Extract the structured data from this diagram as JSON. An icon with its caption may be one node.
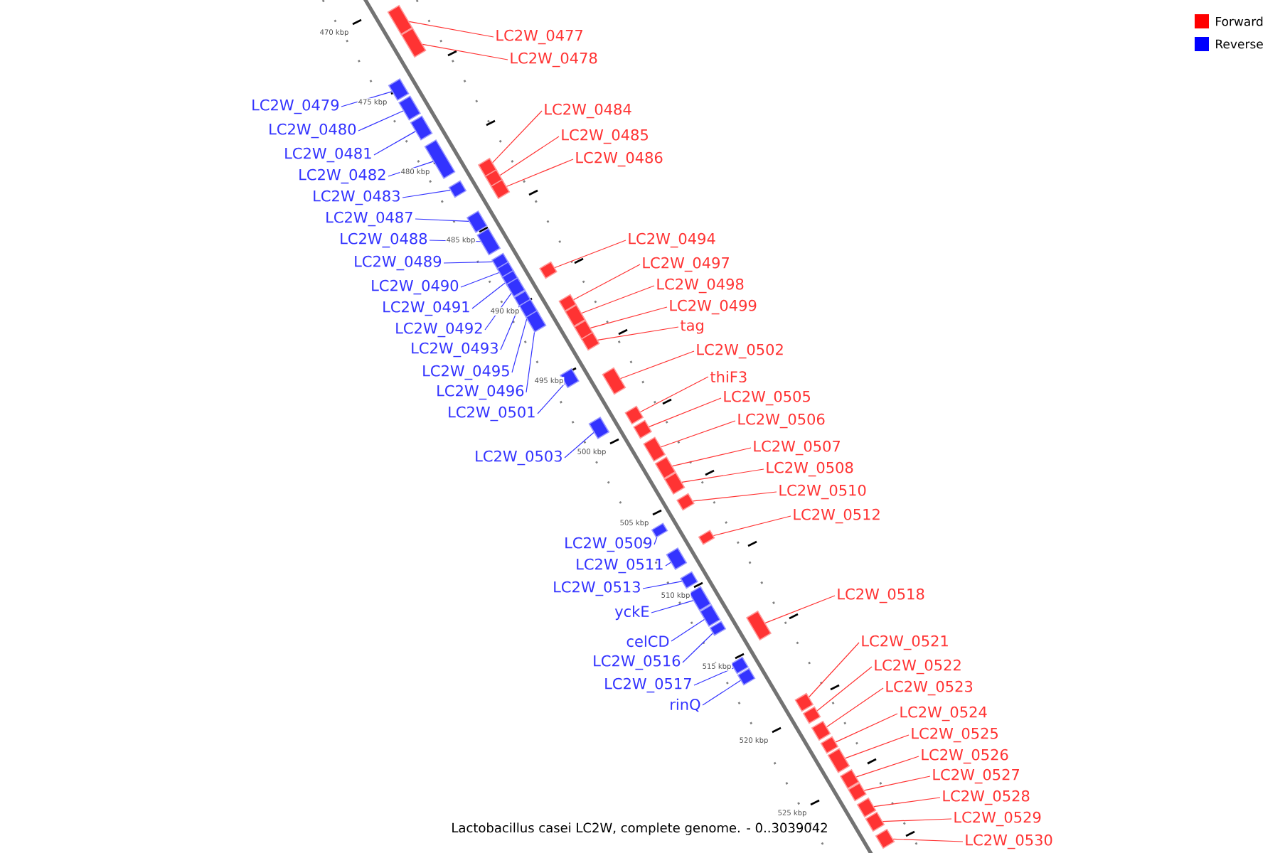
{
  "diagram": {
    "caption": "Lactobacillus casei LC2W, complete genome. - 0..3039042",
    "nodes": [
      {
        "text": [
          "LC2W_0477"
        ]
      },
      {
        "text": [
          "LC2W_0478"
        ]
      },
      {
        "text": [
          "LC2W_0479"
        ]
      },
      {
        "text": [
          "LC2W_0484"
        ]
      },
      {
        "text": [
          "LC2W_0480"
        ]
      },
      {
        "text": [
          "LC2W_0485"
        ]
      },
      {
        "text": [
          "LC2W_0481"
        ]
      },
      {
        "text": [
          "LC2W_0486"
        ]
      },
      {
        "text": [
          "LC2W_0482"
        ]
      },
      {
        "text": [
          "LC2W_0483"
        ]
      },
      {
        "text": [
          "LC2W_0487"
        ]
      },
      {
        "text": [
          "LC2W_0488"
        ]
      },
      {
        "text": [
          "LC2W_0494"
        ]
      },
      {
        "text": [
          "LC2W_0489"
        ]
      },
      {
        "text": [
          "LC2W_0497"
        ]
      },
      {
        "text": [
          "LC2W_0498"
        ]
      },
      {
        "text": [
          "LC2W_0490"
        ]
      },
      {
        "text": [
          "LC2W_0499"
        ]
      },
      {
        "text": [
          "LC2W_0491"
        ]
      },
      {
        "text": [
          "tag"
        ]
      },
      {
        "text": [
          "LC2W_0492"
        ]
      },
      {
        "text": [
          "LC2W_0493"
        ]
      },
      {
        "text": [
          "LC2W_0502"
        ]
      },
      {
        "text": [
          "LC2W_0495"
        ]
      },
      {
        "text": [
          "thiF3"
        ]
      },
      {
        "text": [
          "LC2W_0496"
        ]
      },
      {
        "text": [
          "LC2W_0505"
        ]
      },
      {
        "text": [
          "LC2W_0501"
        ]
      },
      {
        "text": [
          "LC2W_0506"
        ]
      },
      {
        "text": [
          "LC2W_0507"
        ]
      },
      {
        "text": [
          "LC2W_0503"
        ]
      },
      {
        "text": [
          "LC2W_0508"
        ]
      },
      {
        "text": [
          "LC2W_0510"
        ]
      },
      {
        "text": [
          "LC2W_0512"
        ]
      },
      {
        "text": [
          "LC2W_0509"
        ]
      },
      {
        "text": [
          "LC2W_0511"
        ]
      },
      {
        "text": [
          "LC2W_0513"
        ]
      },
      {
        "text": [
          "LC2W_0518"
        ]
      },
      {
        "text": [
          "yckE"
        ]
      },
      {
        "text": [
          "celCD"
        ]
      },
      {
        "text": [
          "LC2W_0521"
        ]
      },
      {
        "text": [
          "LC2W_0516"
        ]
      },
      {
        "text": [
          "LC2W_0522"
        ]
      },
      {
        "text": [
          "LC2W_0517"
        ]
      },
      {
        "text": [
          "LC2W_0523"
        ]
      },
      {
        "text": [
          "rinQ"
        ]
      },
      {
        "text": [
          "LC2W_0524"
        ]
      },
      {
        "text": [
          "LC2W_0525"
        ]
      },
      {
        "text": [
          "LC2W_0526"
        ]
      },
      {
        "text": [
          "LC2W_0527"
        ]
      },
      {
        "text": [
          "LC2W_0528"
        ]
      },
      {
        "text": [
          "LC2W_0529"
        ]
      },
      {
        "text": [
          "LC2W_0530"
        ]
      },
      {
        "text": [],
        "shape": "box"
      },
      {
        "text": [],
        "shape": "box"
      },
      {
        "text": [],
        "shape": "box"
      },
      {
        "text": [],
        "shape": "box"
      },
      {
        "text": [],
        "shape": "box"
      },
      {
        "text": [],
        "shape": "box"
      },
      {
        "text": [],
        "shape": "box"
      },
      {
        "text": [],
        "shape": "box"
      },
      {
        "text": [],
        "shape": "box"
      },
      {
        "text": [],
        "shape": "box"
      },
      {
        "text": [],
        "shape": "box"
      },
      {
        "text": [],
        "shape": "box"
      },
      {
        "text": [],
        "shape": "box"
      },
      {
        "text": [],
        "shape": "box"
      },
      {
        "text": [],
        "shape": "box"
      },
      {
        "text": [],
        "shape": "box"
      },
      {
        "text": [],
        "shape": "box"
      },
      {
        "text": [],
        "shape": "box"
      },
      {
        "text": [],
        "shape": "box"
      },
      {
        "text": [],
        "shape": "box"
      },
      {
        "text": [],
        "shape": "box"
      },
      {
        "text": [],
        "shape": "box"
      },
      {
        "text": [],
        "shape": "box"
      },
      {
        "text": [],
        "shape": "box"
      },
      {
        "text": [],
        "shape": "box"
      },
      {
        "text": [],
        "shape": "box"
      },
      {
        "text": [],
        "shape": "box"
      },
      {
        "text": [],
        "shape": "box"
      },
      {
        "text": [],
        "shape": "box"
      },
      {
        "text": [],
        "shape": "box"
      },
      {
        "text": [],
        "shape": "box"
      },
      {
        "text": [],
        "shape": "box"
      },
      {
        "text": [],
        "shape": "box"
      },
      {
        "text": [],
        "shape": "box"
      },
      {
        "text": [],
        "shape": "box"
      },
      {
        "text": [],
        "shape": "box"
      },
      {
        "text": [],
        "shape": "box"
      },
      {
        "text": [],
        "shape": "box"
      },
      {
        "text": [],
        "shape": "box"
      },
      {
        "text": [],
        "shape": "box"
      },
      {
        "text": [],
        "shape": "box"
      },
      {
        "text": [],
        "shape": "box"
      },
      {
        "text": [],
        "shape": "box"
      },
      {
        "text": [],
        "shape": "box"
      },
      {
        "text": [],
        "shape": "box"
      },
      {
        "text": [],
        "shape": "box"
      },
      {
        "text": [],
        "shape": "box"
      },
      {
        "text": [],
        "shape": "box"
      },
      {
        "text": [],
        "shape": "box"
      },
      {
        "text": [],
        "shape": "box"
      },
      {
        "text": [],
        "shape": "box"
      },
      {
        "text": [],
        "shape": "box"
      },
      {
        "text": [],
        "shape": "box"
      }
    ],
    "edges": [
      {
        "from": 0,
        "to": 53,
        "arrow": "none"
      },
      {
        "from": 1,
        "to": 54,
        "arrow": "none"
      },
      {
        "from": 2,
        "to": 55,
        "arrow": "none",
        "color": "#3333ff"
      },
      {
        "from": 3,
        "to": 56,
        "arrow": "none"
      },
      {
        "from": 4,
        "to": 57,
        "arrow": "none",
        "color": "#3333ff"
      },
      {
        "from": 5,
        "to": 58,
        "arrow": "none"
      },
      {
        "from": 6,
        "to": 59,
        "arrow": "none",
        "color": "#3333ff"
      },
      {
        "from": 7,
        "to": 60,
        "arrow": "none"
      },
      {
        "from": 8,
        "to": 61,
        "arrow": "none",
        "color": "#3333ff"
      },
      {
        "from": 9,
        "to": 62,
        "arrow": "none",
        "color": "#3333ff"
      },
      {
        "from": 10,
        "to": 63,
        "arrow": "none",
        "color": "#3333ff"
      },
      {
        "from": 11,
        "to": 64,
        "arrow": "none",
        "color": "#3333ff"
      },
      {
        "from": 12,
        "to": 65,
        "arrow": "none"
      },
      {
        "from": 13,
        "to": 66,
        "arrow": "none",
        "color": "#3333ff"
      },
      {
        "from": 14,
        "to": 67,
        "arrow": "none"
      },
      {
        "from": 15,
        "to": 68,
        "arrow": "none"
      },
      {
        "from": 16,
        "to": 69,
        "arrow": "none",
        "color": "#3333ff"
      },
      {
        "from": 17,
        "to": 70,
        "arrow": "none"
      },
      {
        "from": 18,
        "to": 71,
        "arrow": "none",
        "color": "#3333ff"
      },
      {
        "from": 19,
        "to": 72,
        "arrow": "none"
      },
      {
        "from": 20,
        "to": 73,
        "arrow": "none",
        "color": "#3333ff"
      },
      {
        "from": 21,
        "to": 74,
        "arrow": "none",
        "color": "#3333ff"
      },
      {
        "from": 22,
        "to": 75,
        "arrow": "none"
      },
      {
        "from": 23,
        "to": 76,
        "arrow": "none",
        "color": "#3333ff"
      },
      {
        "from": 24,
        "to": 77,
        "arrow": "none"
      },
      {
        "from": 25,
        "to": 78,
        "arrow": "none",
        "color": "#3333ff"
      },
      {
        "from": 26,
        "to": 79,
        "arrow": "none"
      },
      {
        "from": 27,
        "to": 80,
        "arrow": "none",
        "color": "#3333ff"
      },
      {
        "from": 28,
        "to": 81,
        "arrow": "none"
      },
      {
        "from": 29,
        "to": 82,
        "arrow": "none"
      },
      {
        "from": 30,
        "to": 83,
        "arrow": "none",
        "color": "#3333ff"
      },
      {
        "from": 31,
        "to": 84,
        "arrow": "none"
      },
      {
        "from": 32,
        "to": 85,
        "arrow": "none"
      },
      {
        "from": 33,
        "to": 86,
        "arrow": "none"
      },
      {
        "from": 34,
        "to": 87,
        "arrow": "none",
        "color": "#3333ff"
      },
      {
        "from": 35,
        "to": 88,
        "arrow": "none",
        "color": "#3333ff"
      },
      {
        "from": 36,
        "to": 89,
        "arrow": "none",
        "color": "#3333ff"
      },
      {
        "from": 37,
        "to": 90,
        "arrow": "none"
      },
      {
        "from": 38,
        "to": 91,
        "arrow": "none",
        "color": "#3333ff"
      },
      {
        "from": 39,
        "to": 92,
        "arrow": "none",
        "color": "#3333ff"
      },
      {
        "from": 40,
        "to": 93,
        "arrow": "none"
      },
      {
        "from": 41,
        "to": 94,
        "arrow": "none",
        "color": "#3333ff"
      },
      {
        "from": 42,
        "to": 95,
        "arrow": "none"
      },
      {
        "from": 43,
        "to": 96,
        "arrow": "none",
        "color": "#3333ff"
      },
      {
        "from": 44,
        "to": 97,
        "arrow": "none"
      },
      {
        "from": 45,
        "to": 98,
        "arrow": "none",
        "color": "#3333ff"
      },
      {
        "from": 46,
        "to": 99,
        "arrow": "none"
      },
      {
        "from": 47,
        "to": 100,
        "arrow": "none"
      },
      {
        "from": 48,
        "to": 101,
        "arrow": "none"
      },
      {
        "from": 49,
        "to": 102,
        "arrow": "none"
      },
      {
        "from": 50,
        "to": 103,
        "arrow": "none"
      },
      {
        "from": 51,
        "to": 104,
        "arrow": "none"
      },
      {
        "from": 52,
        "to": 105,
        "arrow": "none"
      }
    ],
    "labels": [
      "470 kbp",
      "475 kbp",
      "480 kbp",
      "485 kbp",
      "490 kbp",
      "495 kbp",
      "500 kbp",
      "505 kbp",
      "510 kbp",
      "515 kbp",
      "520 kbp",
      "525 kbp"
    ],
    "legend": [
      {
        "text": "Forward",
        "color": "#ff0000"
      },
      {
        "text": "Reverse",
        "color": "#0000ff"
      }
    ]
  }
}
